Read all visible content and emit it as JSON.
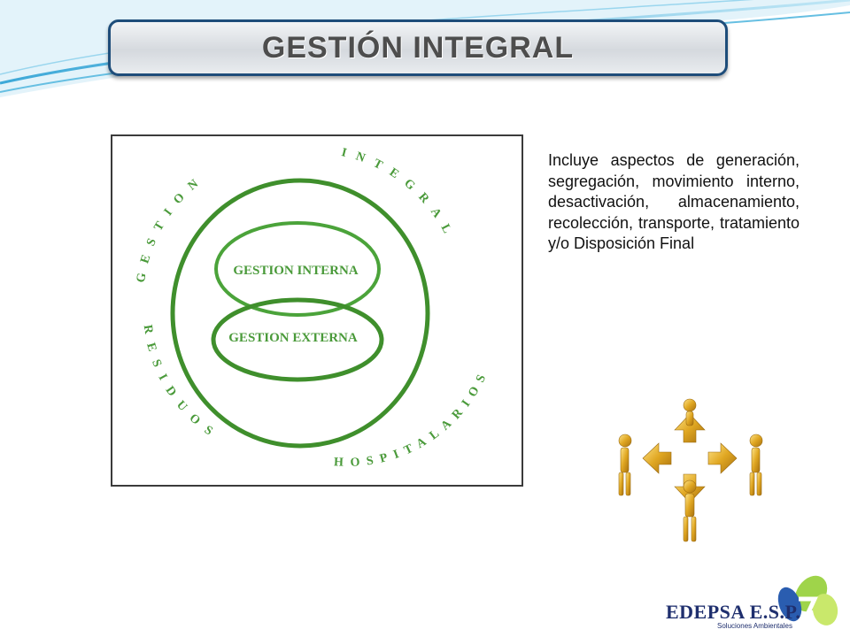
{
  "slide": {
    "title": "GESTIÓN INTEGRAL",
    "description": "Incluye aspectos de generación, segregación, movimiento interno, desactivación, almacenamiento, recolección, transporte, tratamiento y/o Disposición Final"
  },
  "diagram": {
    "inner_top_label": "GESTION INTERNA",
    "inner_bottom_label": "GESTION EXTERNA",
    "ring_words": [
      "GESTION",
      "INTEGRAL",
      "RESIDUOS",
      "HOSPITALARIOS"
    ],
    "colors": {
      "ring": "#3f8f2c",
      "text": "#4a9a3a"
    }
  },
  "logo": {
    "name": "EDEPSA E.S.P.",
    "tagline": "Soluciones Ambientales"
  },
  "icons": [
    "people-with-arrows-icon",
    "logo-swirl-icon"
  ]
}
